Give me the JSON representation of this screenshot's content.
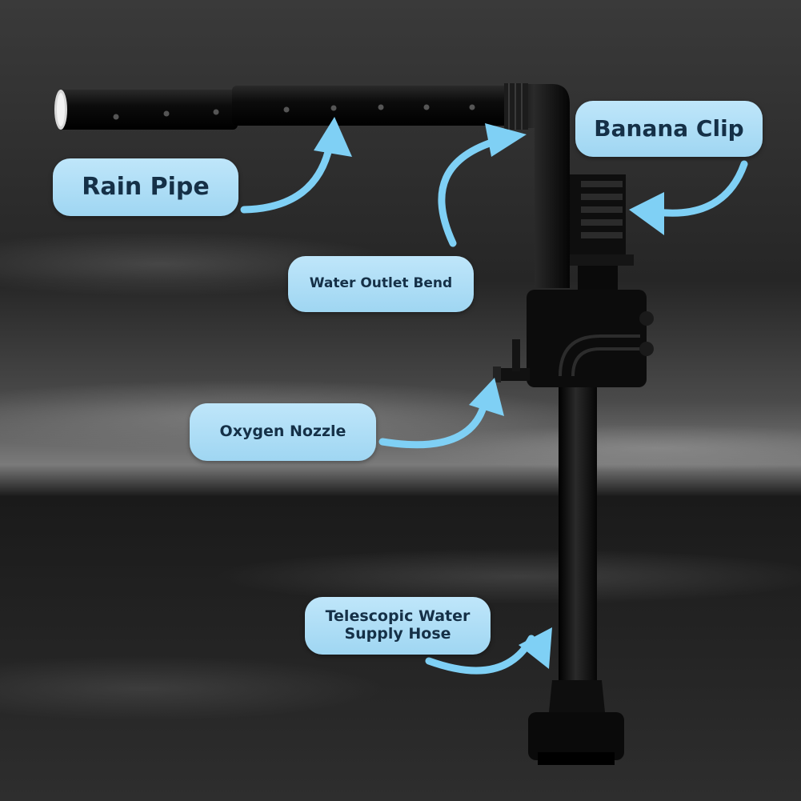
{
  "labels": {
    "rain_pipe": "Rain Pipe",
    "banana_clip": "Banana Clip",
    "water_outlet_bend": "Water Outlet Bend",
    "oxygen_nozzle": "Oxygen Nozzle",
    "telescopic_hose_line1": "Telescopic Water",
    "telescopic_hose_line2": "Supply Hose"
  },
  "colors": {
    "label_fill": "#a8dcf5",
    "label_text": "#153047",
    "arrow": "#7fd0f5",
    "product": "#111111"
  }
}
